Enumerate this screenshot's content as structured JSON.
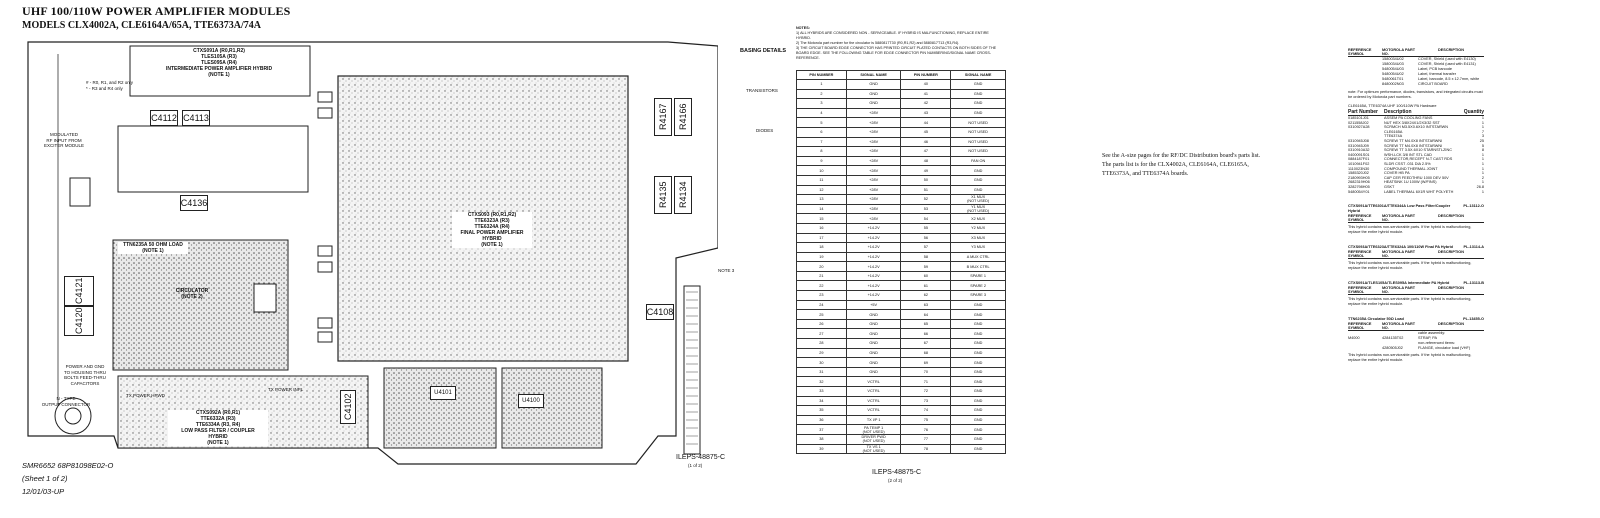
{
  "header": {
    "title": "UHF 100/110W POWER AMPLIFIER MODULES",
    "subtitle": "MODELS CLX4002A, CLE6164A/65A, TTE6373A/74A"
  },
  "schematic": {
    "ipa_hybrid_label": "CTXS091A (R0,R1,R2)\nTLES105A (R3)\nTLES095A (R4)\nINTERMEDIATE POWER AMPLIFIER HYBRID\n(NOTE 1)",
    "revision_note": "# - R0, R1, and R2 only\n* - R3 and R4 only",
    "final_hybrid_label": "CTXS093 (R0,R1,R2)\nTTE6323A (R3)\nTTE6324A (R4)\nFINAL POWER AMPLIFIER\nHYBRID\n(NOTE 1)",
    "circulator_part": "TTN6235A 50 OHM LOAD\n(NOTE 1)",
    "circulator_label": "CIRCULATOR\n(NOTE 2)",
    "lpf_label": "CTXS092A (R0,R1)\nTTE6332A (R3)\nTTE6334A (R3, R4)\nLOW PASS FILTER / COUPLER\nHYBRID\n(NOTE 1)",
    "rf_input_label": "MODULATED\nRF INPUT FROM\nEXCITER MODULE",
    "output_label": "N - TYPE\nOUTPUT CONNECTOR",
    "power_label": "POWER AND GND\nTO HOUSING THRU\nBOLTS FEED-THRU CAPACITORS",
    "tx_power_label": "TX POWER HPWD",
    "tx_power_right": "TX POWER INPL",
    "basing_title": "BASING DETAILS",
    "transistors_label": "TRANSISTORS",
    "diodes_label": "DIODES",
    "ref_labels": [
      "C4112",
      "C4113",
      "C4136",
      "C4121",
      "C4120",
      "R4167",
      "R4166",
      "R4135",
      "R4134",
      "C4108",
      "C4102",
      "U4101",
      "U4100"
    ],
    "board_ref_1": "ILEPS-48875-C",
    "board_ref_1_sub": "(1 of 2)",
    "note3": "NOTE 3"
  },
  "footer": {
    "line1": "SMR6652  68P81098E02-O",
    "line2": "(Sheet 1 of 2)",
    "line3": "12/01/03-UP"
  },
  "notes": {
    "heading": "NOTES:",
    "items": [
      "1)   ALL HYBRIDS ARE CONSIDERED NON - SERVICEABLE. IF HYBRID IS MALFUNCTIONING, REPLACE ENTIRE HYBRID.",
      "2)   The Motorola part number for the circulator is 5880817T30 (R0,R1,R2) and 5880817T13 (R3,R4).",
      "3)   THE CIRCUIT BOARD EDGE CONNECTOR HAS PRINTED CIRCUIT PLATED CONTACTS ON BOTH SIDES OF THE BOARD EDGE. SEE THE FOLLOWING TABLE FOR EDGE CONNECTOR PIN NUMBERING/SIGNAL NAME CROSS-REFERENCE."
    ]
  },
  "pin_table": {
    "headers": [
      "PIN NUMBER",
      "SIGNAL NAME",
      "PIN NUMBER",
      "SIGNAL NAME"
    ],
    "rows": [
      [
        "1",
        "GND",
        "40",
        "GND"
      ],
      [
        "2",
        "GND",
        "41",
        "GND"
      ],
      [
        "3",
        "GND",
        "42",
        "GND"
      ],
      [
        "4",
        "+28V",
        "43",
        "GND"
      ],
      [
        "5",
        "+28V",
        "44",
        "NOT USED"
      ],
      [
        "6",
        "+28V",
        "45",
        "NOT USED"
      ],
      [
        "7",
        "+28V",
        "46",
        "NOT USED"
      ],
      [
        "8",
        "+28V",
        "47",
        "NOT USED"
      ],
      [
        "9",
        "+28V",
        "48",
        "FAN ON"
      ],
      [
        "10",
        "+28V",
        "49",
        "GND"
      ],
      [
        "11",
        "+28V",
        "50",
        "GND"
      ],
      [
        "12",
        "+28V",
        "51",
        "GND"
      ],
      [
        "13",
        "+28V",
        "52",
        "X1 MUX\n(NOT USED)"
      ],
      [
        "14",
        "+28V",
        "53",
        "Y1 MUX\n(NOT USED)"
      ],
      [
        "15",
        "+28V",
        "54",
        "X2 MUX"
      ],
      [
        "16",
        "+14.2V",
        "55",
        "Y2 MUX"
      ],
      [
        "17",
        "+14.2V",
        "56",
        "X3 MUX"
      ],
      [
        "18",
        "+14.2V",
        "57",
        "Y3 MUX"
      ],
      [
        "19",
        "+14.2V",
        "58",
        "A MUX CTRL"
      ],
      [
        "20",
        "+14.2V",
        "59",
        "B MUX CTRL"
      ],
      [
        "21",
        "+14.2V",
        "60",
        "SPARE 1"
      ],
      [
        "22",
        "+14.2V",
        "61",
        "SPARE 2"
      ],
      [
        "23",
        "+14.2V",
        "62",
        "SPARE 3"
      ],
      [
        "24",
        "+5V",
        "63",
        "GND"
      ],
      [
        "25",
        "GND",
        "64",
        "GND"
      ],
      [
        "26",
        "GND",
        "65",
        "GND"
      ],
      [
        "27",
        "GND",
        "66",
        "GND"
      ],
      [
        "28",
        "GND",
        "67",
        "GND"
      ],
      [
        "29",
        "GND",
        "68",
        "GND"
      ],
      [
        "30",
        "GND",
        "69",
        "GND"
      ],
      [
        "31",
        "GND",
        "70",
        "GND"
      ],
      [
        "32",
        "VCTRL",
        "71",
        "GND"
      ],
      [
        "33",
        "VCTRL",
        "72",
        "GND"
      ],
      [
        "34",
        "VCTRL",
        "73",
        "GND"
      ],
      [
        "35",
        "VCTRL",
        "74",
        "GND"
      ],
      [
        "36",
        "TX I/P 1",
        "75",
        "GND"
      ],
      [
        "37",
        "PA TEMP 1\n(NOT USED)",
        "76",
        "GND"
      ],
      [
        "38",
        "DRIVER PWD\n(NOT USED)",
        "77",
        "GND"
      ],
      [
        "39",
        "TX VS 1\n(NOT USED)",
        "78",
        "GND"
      ]
    ],
    "board_ref_2": "ILEPS-48875-C",
    "board_ref_2_sub": "(2 of 2)"
  },
  "middle_text": "See the A-size pages for the RF/DC Distribution board's parts list. The parts list is for the CLX4002A, CLE6164A, CLE6165A, TTE6373A, and TTE6374A boards.",
  "parts_list": {
    "top_headers": [
      "REFERENCE SYMBOL",
      "MOTOROLA PART NO.",
      "DESCRIPTION"
    ],
    "top_rows": [
      [
        "",
        "1580034U02",
        "COVER, Shield (used with E4130)"
      ],
      [
        "",
        "1580034U03",
        "COVER, Shield (used with E4131)"
      ],
      [
        "",
        "5480054U03",
        "Label, PCB barcode"
      ],
      [
        "",
        "5480054U02",
        "Label, thermal transfer"
      ],
      [
        "",
        "5480061T01",
        "Label, barcode, 8.5 x 12.7mm, white"
      ],
      [
        "",
        "8480002N03",
        "CIRCUIT BOARD"
      ]
    ],
    "top_note": "note: For optimum performance, diodes, transistors, and integrated circuits must be ordered by Motorola part numbers.",
    "hardware_title": "CLE6165A, TTE6374A UHF 100/110W PA Hardware",
    "hardware_headers": [
      "Part Number",
      "Description",
      "Quantity"
    ],
    "hardware_rows": [
      [
        "0185101J01",
        "ASSEM PA COOLING FANS",
        "1"
      ],
      [
        "0211558J02",
        "NUT HEX 3/8X24X1/2X3/32 SST",
        "1"
      ],
      [
        "0310927A28",
        "SCRMCH M3.5X0.6X10 INTSTARWN",
        "1"
      ],
      [
        "",
        "CLE6165A",
        "7"
      ],
      [
        "",
        "TTE6374A",
        "3"
      ],
      [
        "0310945J08",
        "SCREW TT M4.0X8 INTSTARWNI",
        "25"
      ],
      [
        "0310945J09",
        "SCREW TT M4.0X8 INTSTARWNI",
        "5"
      ],
      [
        "0310910A32",
        "SCREW TT 3.5X.6X10 STARNSTLZINC",
        "8"
      ],
      [
        "0400091S01",
        "WSH-LCK 3/8 INT STL CAD",
        "1"
      ],
      [
        "0884187F01",
        "CONNECTOR,RECEPT N-T CAST RDS",
        "1"
      ],
      [
        "1010941F02",
        "SLDR CSST .031 DIA 2.5%",
        "1"
      ],
      [
        "1110023N30",
        "COMPOUND THERMAL JOINT",
        "1"
      ],
      [
        "1585320J02",
        "COVER HB PA",
        "1"
      ],
      [
        "2180993H05",
        "CAP CER FEEDTHRU 1000 DEV 50V",
        "2"
      ],
      [
        "2682319H06",
        "HEATSINK 1U 100W (W/FINS)",
        "1"
      ],
      [
        "3282798H05",
        "GSKT",
        "26.8"
      ],
      [
        "5480054Y01",
        "LABEL THERMAL 6X1R WHT POLYETH",
        "1"
      ]
    ],
    "sections": [
      {
        "title": "CTXS091A/TTE6301A/TTE6344A Low Pass Filter/Coupler Hybrid",
        "code": "PL-13112-O",
        "headers": [
          "REFERENCE SYMBOL",
          "MOTOROLA PART NO.",
          "DESCRIPTION"
        ],
        "note": "This hybrid contains non-serviceable parts. If the hybrid is malfunctioning, replace the entire hybrid module."
      },
      {
        "title": "CTXS093A/TTE6323A/TTE6324A 100/110W Final PA Hybrid",
        "code": "PL-13114-A",
        "headers": [
          "REFERENCE SYMBOL",
          "MOTOROLA PART NO.",
          "DESCRIPTION"
        ],
        "note": "This hybrid contains non-serviceable parts. If the hybrid is malfunctioning, replace the entire hybrid module."
      },
      {
        "title": "CTXS091A/TLES105A/TLES095A Intermediate PA Hybrid",
        "code": "PL-13113-B",
        "headers": [
          "REFERENCE SYMBOL",
          "MOTOROLA PART NO.",
          "DESCRIPTION"
        ],
        "note": "This hybrid contains non-serviceable parts. If the hybrid is malfunctioning, replace the entire hybrid module."
      },
      {
        "title": "TTN6235A Circulator 50Ω Load",
        "code": "PL-13455-O",
        "headers": [
          "REFERENCE SYMBOL",
          "MOTOROLA PART NO.",
          "DESCRIPTION"
        ],
        "rows": [
          [
            "",
            "",
            "cable assembly:"
          ],
          [
            "M4000",
            "4284135T02",
            "STRAP, PA"
          ],
          [
            "",
            "",
            "non-referenced items:"
          ],
          [
            "",
            "4280505J02",
            "FLANGE, circulator load (VHF)"
          ]
        ],
        "note": "This hybrid contains non-serviceable parts. If the hybrid is malfunctioning, replace the entire hybrid module."
      }
    ]
  }
}
